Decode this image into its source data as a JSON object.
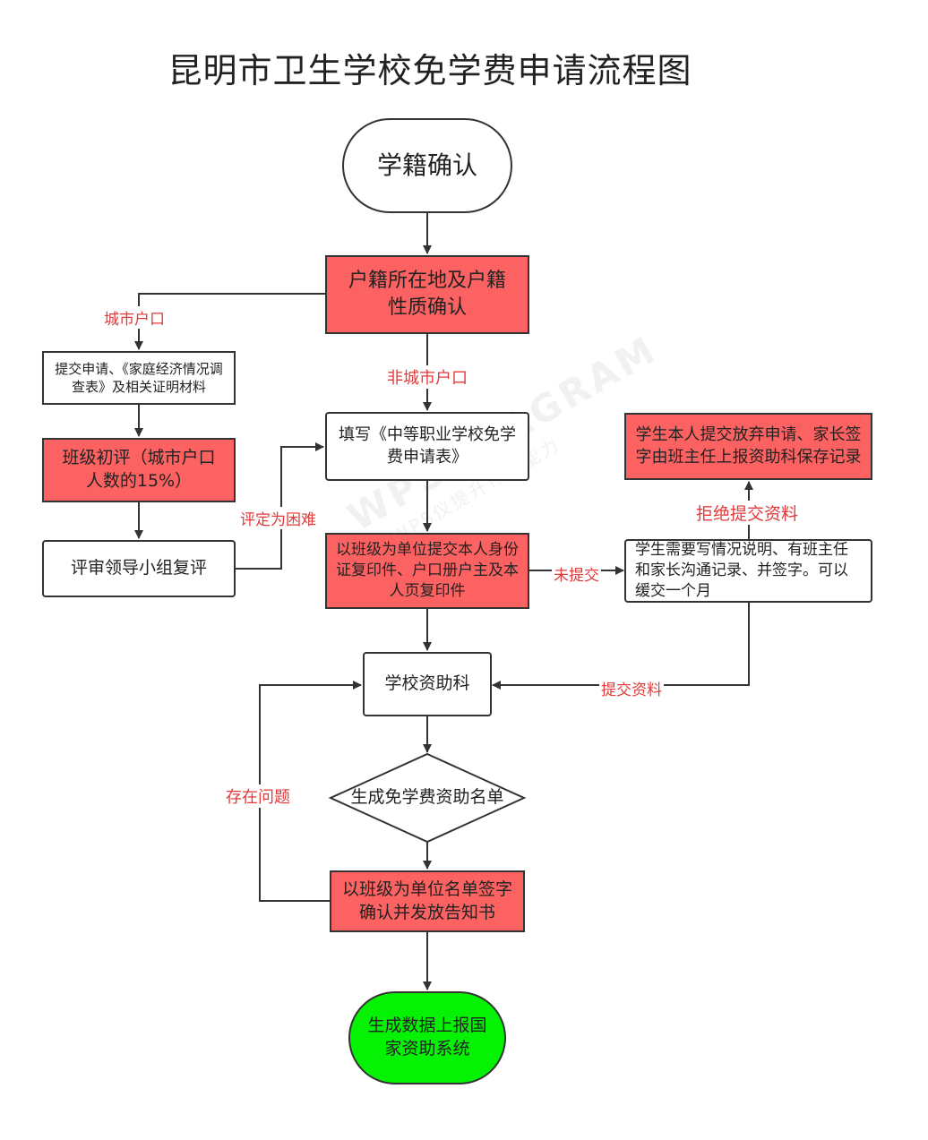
{
  "title": "昆明市卫生学校免学费申请流程图",
  "nodes": {
    "enrollment_confirm": "学籍确认",
    "household_confirm": "户籍所在地及户籍性质确认",
    "urban_submit": "提交申请、《家庭经济情况调查表》及相关证明材料",
    "class_initial_review": "班级初评（城市户口人数的15%）",
    "leader_review": "评审领导小组复评",
    "fill_form": "填写《中等职业学校免学费申请表》",
    "submit_id_copies": "以班级为单位提交本人身份证复印件、户口册户主及本人页复印件",
    "student_explain": "学生需要写情况说明、有班主任和家长沟通记录、并签字。可以缓交一个月",
    "student_abandon": "学生本人提交放弃申请、家长签字由班主任上报资助科保存记录",
    "school_aid_office": "学校资助科",
    "generate_list": "生成免学费资助名单",
    "class_sign_notice": "以班级为单位名单签字确认并发放告知书",
    "report_national": "生成数据上报国家资助系统"
  },
  "edge_labels": {
    "urban": "城市户口",
    "non_urban": "非城市户口",
    "rated_difficult": "评定为困难",
    "not_submitted": "未提交",
    "refuse_submit": "拒绝提交资料",
    "submit_materials": "提交资料",
    "has_problem": "存在问题"
  },
  "watermark": {
    "main": "WPS DIAGRAM",
    "sub": "WPS仪提升作图能力"
  },
  "colors": {
    "process_red": "#fc6262",
    "terminal_green": "#05f205",
    "edge_label_red": "#e23a3a",
    "line": "#333333"
  }
}
